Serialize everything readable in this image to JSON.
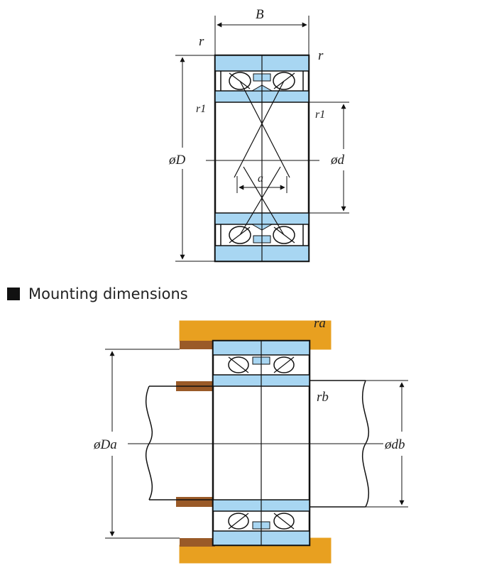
{
  "upper_diagram": {
    "labels": {
      "width": "B",
      "chamfer_left": "r",
      "chamfer_right": "r",
      "chamfer_inner_left": "r1",
      "chamfer_inner_right": "r1",
      "outer_diameter": "øD",
      "bore_diameter": "ød",
      "offset": "a"
    }
  },
  "section": {
    "heading": "Mounting dimensions"
  },
  "mounting_diagram": {
    "labels": {
      "housing_fillet": "ra",
      "shaft_fillet": "rb",
      "housing_shoulder": "øDa",
      "shaft_shoulder": "ødb"
    }
  },
  "colors": {
    "ring_blue": "#a8d6f2",
    "housing_orange": "#e8a020",
    "spacer_brown": "#9a5a28",
    "line": "#111111"
  }
}
